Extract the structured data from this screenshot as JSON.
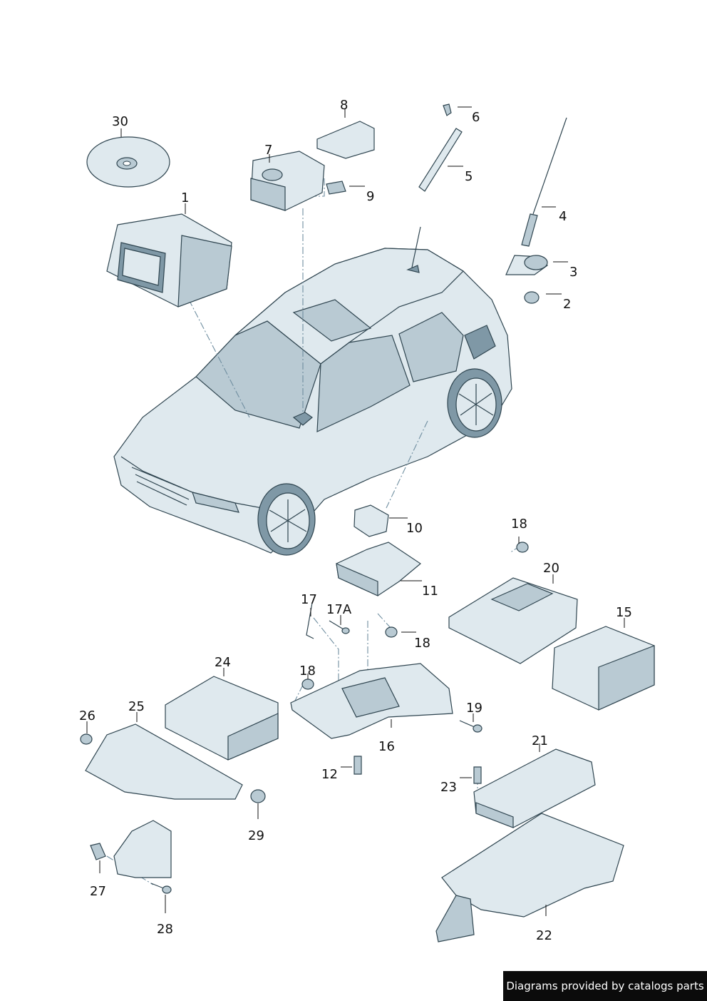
{
  "callouts": {
    "c1": "1",
    "c2": "2",
    "c3": "3",
    "c4": "4",
    "c5": "5",
    "c6": "6",
    "c7": "7",
    "c8": "8",
    "c9": "9",
    "c10": "10",
    "c11": "11",
    "c12": "12",
    "c15": "15",
    "c16": "16",
    "c17": "17",
    "c17a": "17A",
    "c18a": "18",
    "c18b": "18",
    "c18c": "18",
    "c19": "19",
    "c20": "20",
    "c21": "21",
    "c22": "22",
    "c23": "23",
    "c24": "24",
    "c25": "25",
    "c26": "26",
    "c27": "27",
    "c28": "28",
    "c29": "29",
    "c30": "30"
  },
  "footer": {
    "text": "Diagrams provided by catalogs parts"
  },
  "colors": {
    "part_fill": "#dfe9ee",
    "part_shade": "#b9cad3",
    "outline": "#2f4550",
    "footer_bg": "#0b0b0b"
  }
}
